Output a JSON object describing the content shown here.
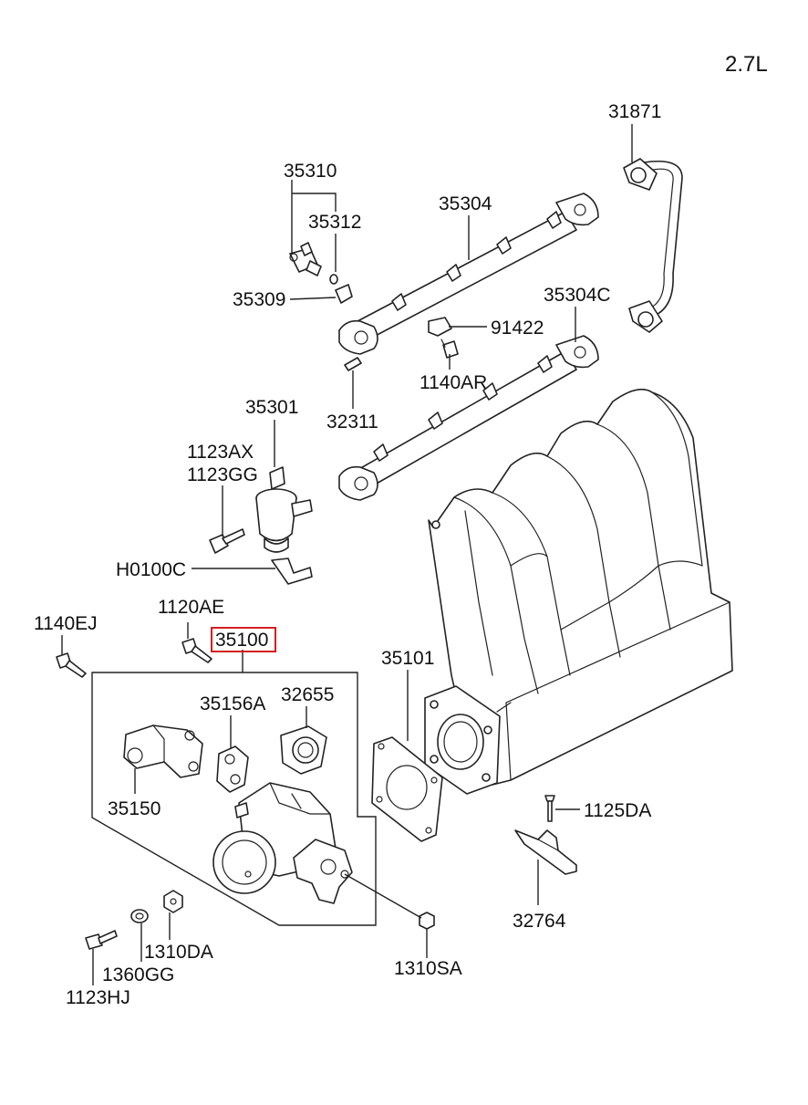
{
  "engine": "2.7L",
  "highlight_color": "#d32020",
  "labels": {
    "p31871": "31871",
    "p35310": "35310",
    "p35312": "35312",
    "p35304": "35304",
    "p35309": "35309",
    "p35304c": "35304C",
    "p91422": "91422",
    "p1140ar": "1140AR",
    "p32311": "32311",
    "p35301": "35301",
    "p1123ax": "1123AX",
    "p1123gg": "1123GG",
    "ph0100c": "H0100C",
    "p1120ae": "1120AE",
    "p1140ej": "1140EJ",
    "p35100": "35100",
    "p35101": "35101",
    "p35156a": "35156A",
    "p32655": "32655",
    "p35150": "35150",
    "p1125da": "1125DA",
    "p32764": "32764",
    "p1310da": "1310DA",
    "p1360gg": "1360GG",
    "p1123hj": "1123HJ",
    "p1310sa": "1310SA"
  }
}
